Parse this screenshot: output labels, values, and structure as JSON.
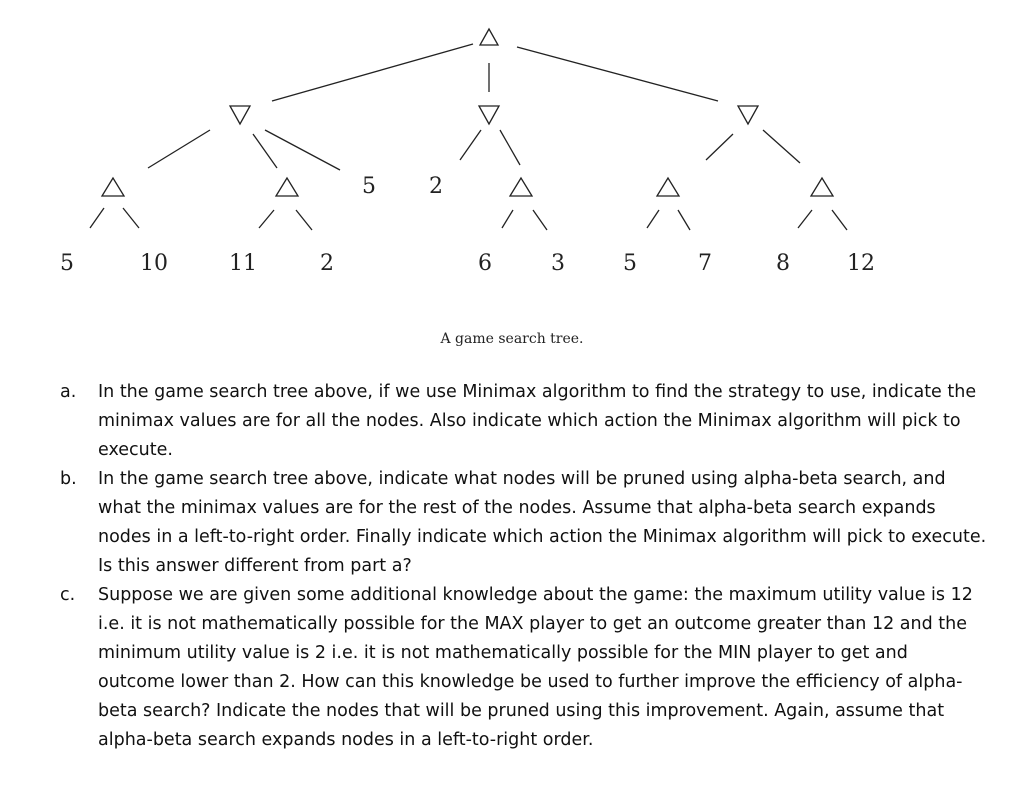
{
  "tree": {
    "leaves": [
      "5",
      "10",
      "11",
      "2",
      "5",
      "2",
      "6",
      "3",
      "5",
      "7",
      "8",
      "12"
    ]
  },
  "caption": "A game search tree.",
  "questions": [
    {
      "marker": "a.",
      "text": "In the game search tree above, if we use Minimax algorithm to find the strategy to use, indicate the minimax values are for all the nodes. Also indicate which action the Minimax algorithm will pick to execute."
    },
    {
      "marker": "b.",
      "text": "In the game search tree above, indicate what nodes will be pruned using alpha-beta search, and what the minimax values are for the rest of the nodes. Assume that alpha-beta search expands nodes in a left-to-right order. Finally indicate which action the Minimax algorithm will pick to execute. Is this answer different from part a?"
    },
    {
      "marker": "c.",
      "text": "Suppose we are given some additional knowledge about the game: the maximum utility value is 12 i.e. it is not mathematically possible for the MAX player to get an outcome greater than 12 and the minimum utility value is 2 i.e. it is not mathematically possible for the MIN player to get and outcome lower than 2. How can this knowledge be used to further improve the efficiency of alpha-beta search? Indicate the nodes that will be pruned using this improvement. Again, assume that alpha-beta search expands nodes in a left-to-right order."
    }
  ]
}
